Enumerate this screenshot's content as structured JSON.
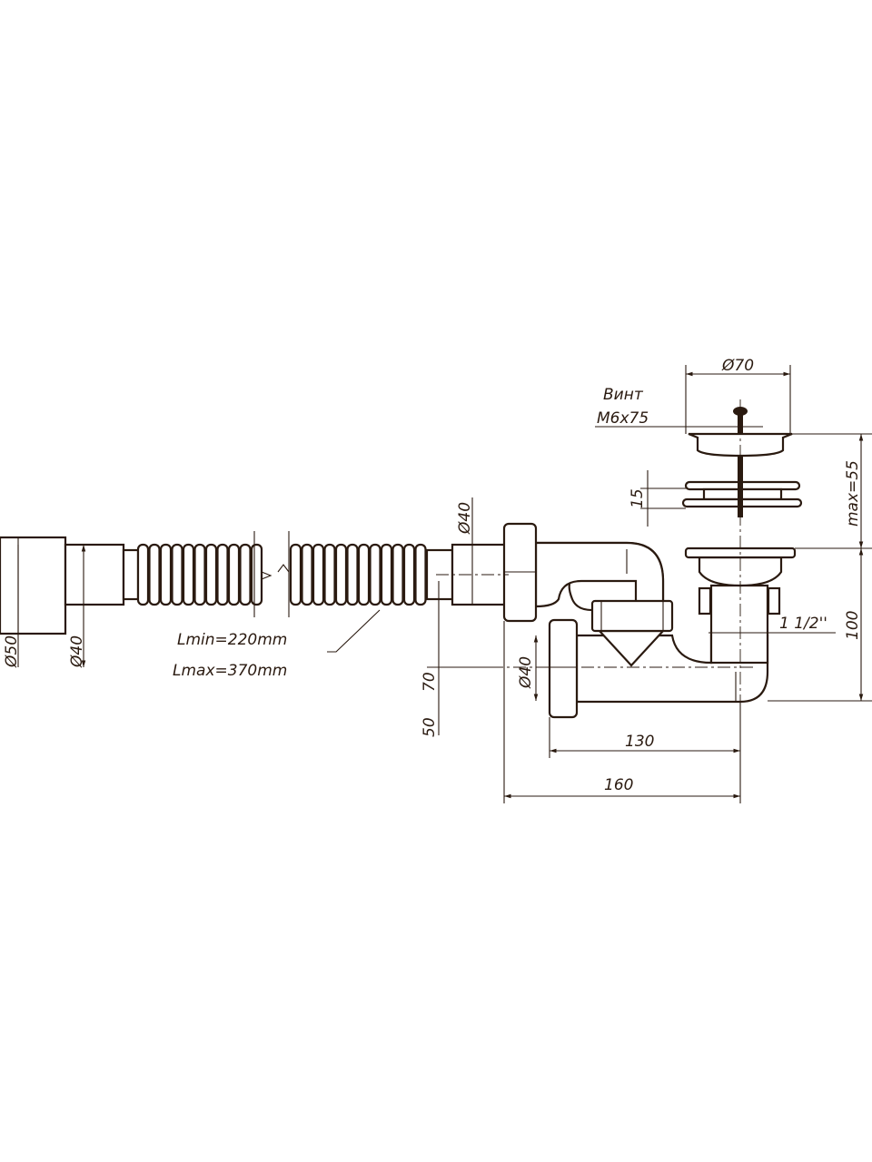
{
  "drawing": {
    "labels": {
      "d50": "Ø50",
      "d40_left": "Ø40",
      "d40_top": "Ø40",
      "d40_bottom": "Ø40",
      "lmin": "Lmin=220mm",
      "lmax": "Lmax=370mm",
      "dim_50": "50",
      "dim_70": "70",
      "d70": "Ø70",
      "screw_line1": "Винт",
      "screw_line2": "M6x75",
      "dim_15": "15",
      "max55": "max=55",
      "dim_100": "100",
      "thread": "1 1/2''",
      "dim_130": "130",
      "dim_160": "160"
    },
    "line_color": "#2a1a10"
  }
}
